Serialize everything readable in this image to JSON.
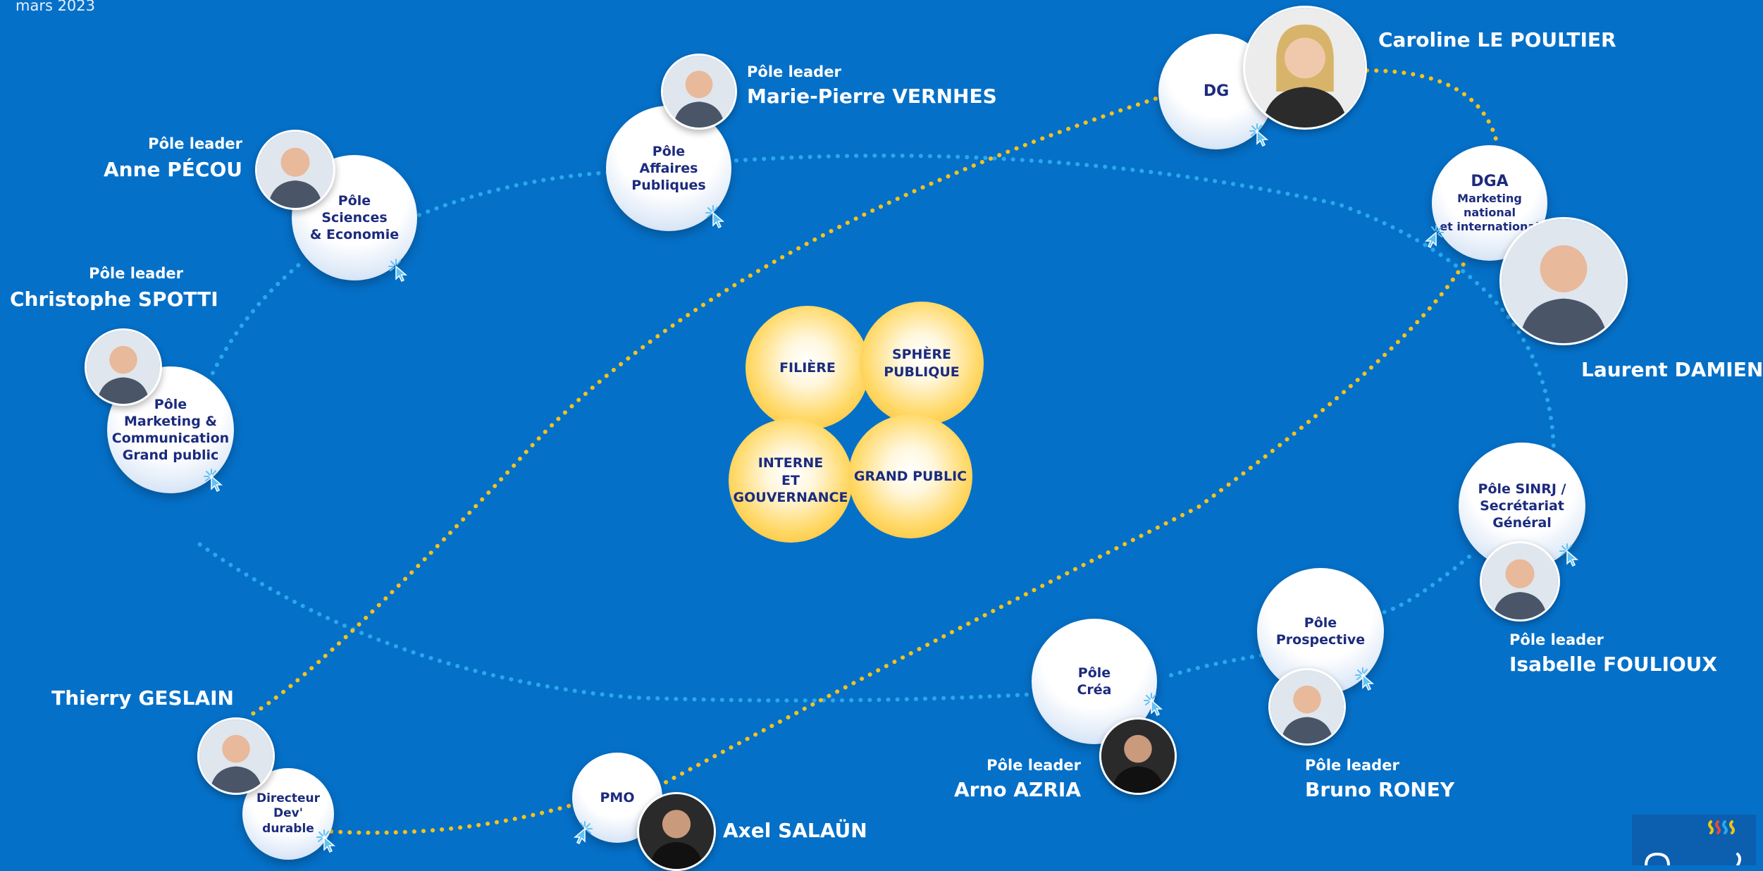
{
  "header": {
    "date": "mars 2023"
  },
  "colors": {
    "background": "#0570c8",
    "dots_blue": "#2aa8ee",
    "dots_yellow": "#f5c21c",
    "text_navy": "#1c2b7d"
  },
  "center": [
    {
      "text": "FILIÈRE"
    },
    {
      "text": "SPHÈRE\nPUBLIQUE"
    },
    {
      "text": "INTERNE\nET\nGOUVERNANCE"
    },
    {
      "text": "GRAND PUBLIC"
    }
  ],
  "nodes": {
    "sciences": "Pôle\nSciences\n& Economie",
    "affaires": "Pôle\nAffaires\nPubliques",
    "dg": "DG",
    "dga_title": "DGA",
    "dga_sub": "Marketing national\net international",
    "marketing": "Pôle\nMarketing &\nCommunication\nGrand public",
    "sinrj": "Pôle SINRJ /\nSecrétariat Général",
    "prospective": "Pôle\nProspective",
    "crea": "Pôle\nCréa",
    "pmo": "PMO",
    "ddd": "Directeur\nDev'\ndurable"
  },
  "people": {
    "pecou": {
      "role": "Pôle leader",
      "name": "Anne PÉCOU"
    },
    "vernhes": {
      "role": "Pôle leader",
      "name": "Marie-Pierre VERNHES"
    },
    "poultier": {
      "name": "Caroline LE POULTIER"
    },
    "spotti": {
      "role": "Pôle leader",
      "name": "Christophe SPOTTI"
    },
    "damiens": {
      "name": "Laurent DAMIENS"
    },
    "foulioux": {
      "role": "Pôle leader",
      "name": "Isabelle FOULIOUX"
    },
    "roney": {
      "role": "Pôle leader",
      "name": "Bruno RONEY"
    },
    "azria": {
      "role": "Pôle leader",
      "name": "Arno AZRIA"
    },
    "geslain": {
      "name": "Thierry GESLAIN"
    },
    "salaun": {
      "name": "Axel SALAÜN"
    }
  }
}
